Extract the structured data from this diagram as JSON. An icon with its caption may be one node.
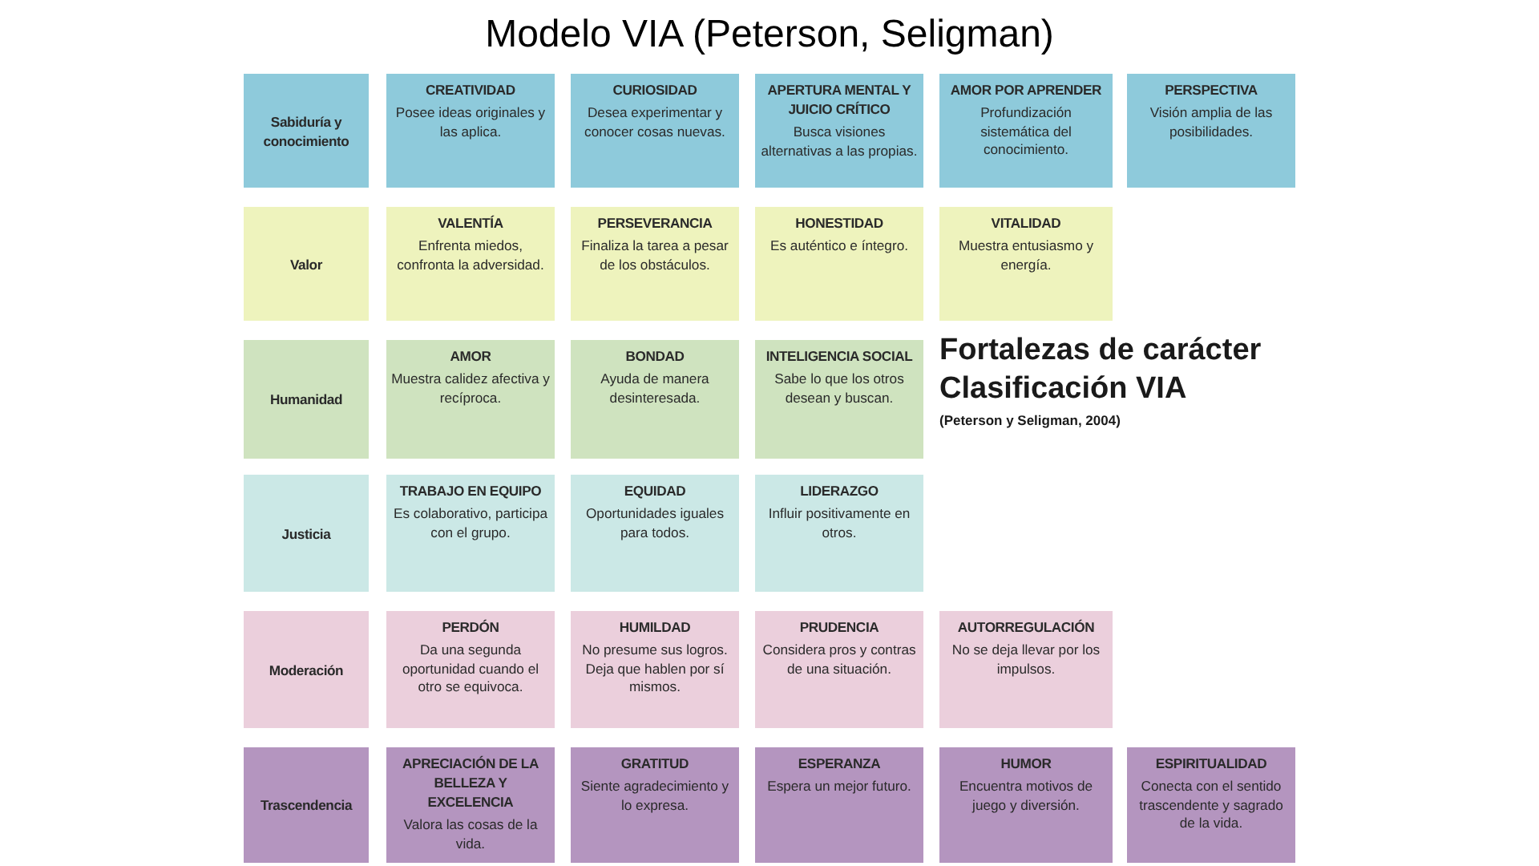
{
  "diagram": {
    "title": "Modelo VIA (Peterson, Seligman)",
    "nodes": [
      {
        "text": [
          "Sabiduría y conocimiento"
        ]
      },
      {
        "text": [
          "CREATIVIDAD",
          "Posee ideas originales y las aplica."
        ]
      },
      {
        "text": [
          "CURIOSIDAD",
          "Desea experimentar y conocer cosas nuevas."
        ]
      },
      {
        "text": [
          "APERTURA MENTAL Y JUICIO CRÍTICO",
          "Busca visiones alternativas a las propias."
        ]
      },
      {
        "text": [
          "AMOR POR APRENDER",
          "Profundización sistemática del conocimiento."
        ]
      },
      {
        "text": [
          "PERSPECTIVA",
          "Visión amplia de las posibilidades."
        ]
      },
      {
        "text": [
          "Valor"
        ]
      },
      {
        "text": [
          "VALENTÍA",
          "Enfrenta miedos, confronta la adversidad."
        ]
      },
      {
        "text": [
          "PERSEVERANCIA",
          "Finaliza la tarea a pesar de los obstáculos."
        ]
      },
      {
        "text": [
          "HONESTIDAD",
          "Es auténtico e íntegro."
        ]
      },
      {
        "text": [
          "VITALIDAD",
          "Muestra entusiasmo y energía."
        ]
      },
      {
        "text": [
          "Humanidad"
        ]
      },
      {
        "text": [
          "AMOR",
          "Muestra calidez afectiva y recíproca."
        ]
      },
      {
        "text": [
          "BONDAD",
          "Ayuda de manera desinteresada."
        ]
      },
      {
        "text": [
          "INTELIGENCIA SOCIAL",
          "Sabe lo que los otros desean y buscan."
        ]
      },
      {
        "text": [
          "Justicia"
        ]
      },
      {
        "text": [
          "TRABAJO EN EQUIPO",
          "Es colaborativo, participa con el grupo."
        ]
      },
      {
        "text": [
          "EQUIDAD",
          "Oportunidades iguales para todos."
        ]
      },
      {
        "text": [
          "LIDERAZGO",
          "Influir positivamente en otros."
        ]
      },
      {
        "text": [
          "Moderación"
        ]
      },
      {
        "text": [
          "PERDÓN",
          "Da una segunda oportunidad cuando el otro se equivoca."
        ]
      },
      {
        "text": [
          "HUMILDAD",
          "No presume sus logros. Deja que hablen por sí mismos."
        ]
      },
      {
        "text": [
          "PRUDENCIA",
          "Considera pros y contras de una situación."
        ]
      },
      {
        "text": [
          "AUTORREGULACIÓN",
          "No se deja llevar por los impulsos."
        ]
      },
      {
        "text": [
          "Trascendencia"
        ]
      },
      {
        "text": [
          "APRECIACIÓN DE LA BELLEZA Y EXCELENCIA",
          "Valora las cosas de la vida."
        ]
      },
      {
        "text": [
          "GRATITUD",
          "Siente agradecimiento y lo expresa."
        ]
      },
      {
        "text": [
          "ESPERANZA",
          "Espera un mejor futuro."
        ]
      },
      {
        "text": [
          "HUMOR",
          "Encuentra motivos de juego y diversión."
        ]
      },
      {
        "text": [
          "ESPIRITUALIDAD",
          "Conecta con el sentido trascendente y sagrado de la vida."
        ]
      }
    ],
    "labels": [
      "Fortalezas de carácter",
      "Clasificación VIA",
      "(Peterson y Seligman, 2004)"
    ]
  }
}
